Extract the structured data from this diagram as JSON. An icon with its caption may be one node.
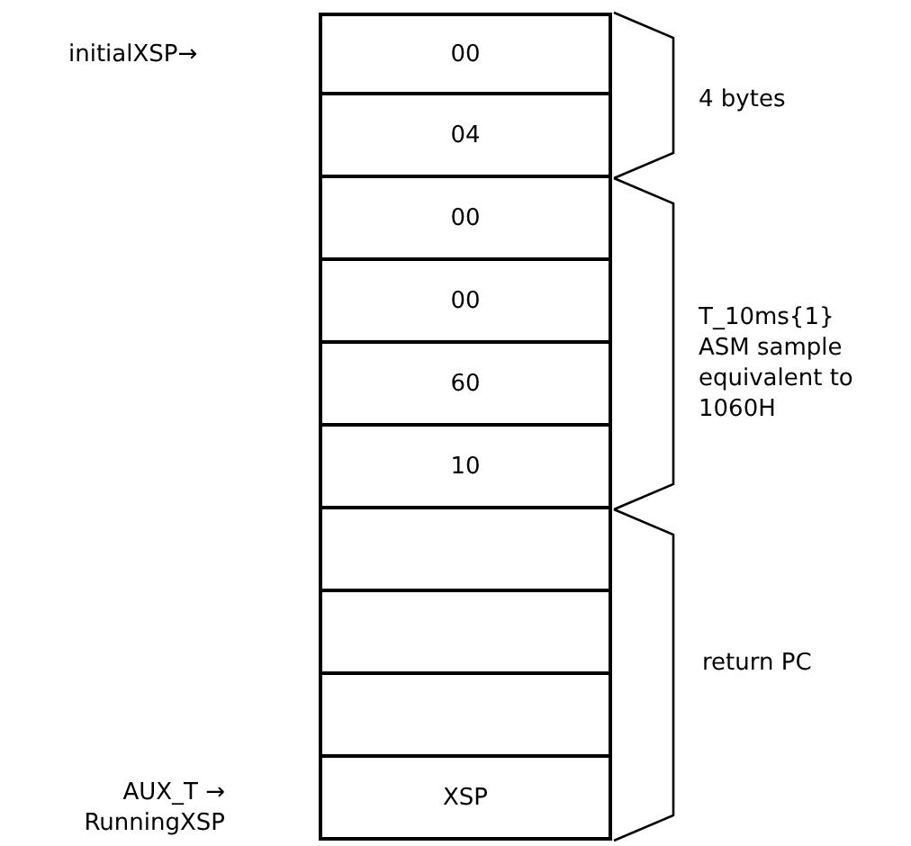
{
  "diagram": {
    "nodes": [
      {
        "text": [
          "00"
        ]
      },
      {
        "text": [
          "04"
        ]
      },
      {
        "text": [
          "00"
        ]
      },
      {
        "text": [
          "00"
        ]
      },
      {
        "text": [
          "60"
        ]
      },
      {
        "text": [
          "10"
        ]
      },
      {
        "text": [],
        "shape": "box"
      },
      {
        "text": [],
        "shape": "box"
      },
      {
        "text": [],
        "shape": "box"
      },
      {
        "text": [
          "XSP"
        ]
      }
    ],
    "labels": [
      "initialXSP→",
      "4 bytes",
      "T_10ms{1} ASM sample equivalent to 1060H",
      "return PC",
      "AUX_T → RunningXSP"
    ]
  }
}
